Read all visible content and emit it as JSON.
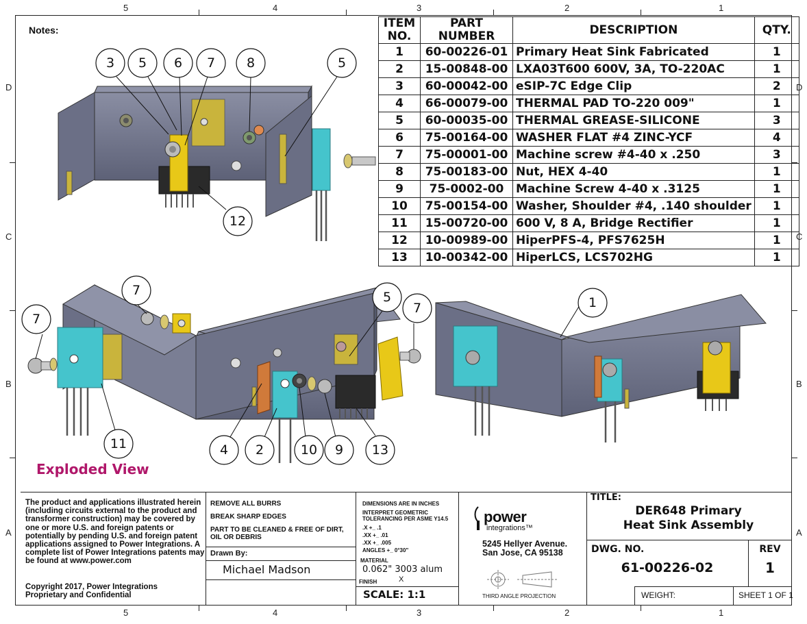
{
  "zones": {
    "top": [
      "5",
      "4",
      "3",
      "2",
      "1"
    ],
    "bottom": [
      "5",
      "4",
      "3",
      "2",
      "1"
    ],
    "left": [
      "D",
      "C",
      "B",
      "A"
    ],
    "right": [
      "D",
      "C",
      "B",
      "A"
    ]
  },
  "notes_label": "Notes:",
  "exploded_view_label": "Exploded View",
  "bom": {
    "headers": {
      "item": "ITEM NO.",
      "part": "PART NUMBER",
      "desc": "DESCRIPTION",
      "qty": "QTY."
    },
    "rows": [
      {
        "item": "1",
        "part": "60-00226-01",
        "desc": "Primary Heat Sink Fabricated",
        "qty": "1"
      },
      {
        "item": "2",
        "part": "15-00848-00",
        "desc": "LXA03T600  600V, 3A, TO-220AC",
        "qty": "1"
      },
      {
        "item": "3",
        "part": "60-00042-00",
        "desc": "eSIP-7C Edge Clip",
        "qty": "2"
      },
      {
        "item": "4",
        "part": "66-00079-00",
        "desc": "THERMAL PAD TO-220 009\"",
        "qty": "1"
      },
      {
        "item": "5",
        "part": "60-00035-00",
        "desc": "THERMAL GREASE-SILICONE",
        "qty": "3"
      },
      {
        "item": "6",
        "part": "75-00164-00",
        "desc": "WASHER FLAT #4 ZINC-YCF",
        "qty": "4"
      },
      {
        "item": "7",
        "part": "75-00001-00",
        "desc": "Machine screw #4-40 x .250",
        "qty": "3"
      },
      {
        "item": "8",
        "part": "75-00183-00",
        "desc": "Nut, HEX 4-40",
        "qty": "1"
      },
      {
        "item": "9",
        "part": "75-0002-00",
        "desc": "Machine Screw 4-40 x .3125",
        "qty": "1"
      },
      {
        "item": "10",
        "part": "75-00154-00",
        "desc": "Washer, Shoulder #4, .140 shoulder",
        "qty": "1"
      },
      {
        "item": "11",
        "part": "15-00720-00",
        "desc": "600 V, 8 A, Bridge Rectifier",
        "qty": "1"
      },
      {
        "item": "12",
        "part": "10-00989-00",
        "desc": "HiperPFS-4, PFS7625H",
        "qty": "1"
      },
      {
        "item": "13",
        "part": "10-00342-00",
        "desc": "HiperLCS, LCS702HG",
        "qty": "1"
      }
    ]
  },
  "balloons": {
    "top_view": [
      "3",
      "5",
      "6",
      "7",
      "8",
      "5",
      "12"
    ],
    "exploded": [
      "7",
      "7",
      "5",
      "7",
      "11",
      "4",
      "2",
      "10",
      "9",
      "13"
    ],
    "assembled": [
      "1"
    ]
  },
  "title_block": {
    "disclaimer": "The product and applications illustrated herein (including circuits external to the product and transformer construction) may be covered by one or more U.S. and foreign patents or potentially by pending U.S. and foreign patent applications assigned to Power Integrations. A complete list of Power Integrations patents may be found at www.power.com",
    "copyright": "Copyright 2017, Power Integrations",
    "proprietary": "Proprietary and Confidential",
    "remove_burrs": "REMOVE ALL BURRS",
    "break_edges": "BREAK SHARP EDGES",
    "clean_note": "PART TO BE CLEANED & FREE OF DIRT, OIL OR DEBRIS",
    "drawn_by_label": "Drawn By:",
    "drawn_by": "Michael Madson",
    "dims_title": "DIMENSIONS ARE IN INCHES",
    "interpret": "INTERPRET GEOMETRIC TOLERANCING PER ASME Y14.5",
    "tol_x": ".X   +_ .1",
    "tol_xx": ".XX  +_ .01",
    "tol_xxx": ".XX  +_ .005",
    "tol_angle": "ANGLES  +_ 0°30\"",
    "material_label": "MATERIAL",
    "material": "0.062\"   3003  alum",
    "finish_label": "FINISH",
    "finish": "X",
    "scale": "SCALE: 1:1",
    "logo_top": "power",
    "logo_bottom": "integrations™",
    "address1": "5245 Hellyer Avenue.",
    "address2": "San Jose, CA 95138",
    "projection": "THIRD ANGLE PROJECTION",
    "title_label": "TITLE:",
    "title_line1": "DER648 Primary",
    "title_line2": "Heat Sink Assembly",
    "dwg_label": "DWG.  NO.",
    "dwg_no": "61-00226-02",
    "rev_label": "REV",
    "rev": "1",
    "weight_label": "WEIGHT:",
    "sheet": "SHEET 1 OF 1"
  },
  "colors": {
    "heatsink": "#6b6f86",
    "heatsink_top": "#7f8399",
    "clip": "#e8c818",
    "thermal_pad": "#c9b43c",
    "cyan_part": "#45c4cc",
    "copper_pad": "#d07a3a",
    "ic_body": "#2a2a2a",
    "accent_title": "#b0176a"
  }
}
